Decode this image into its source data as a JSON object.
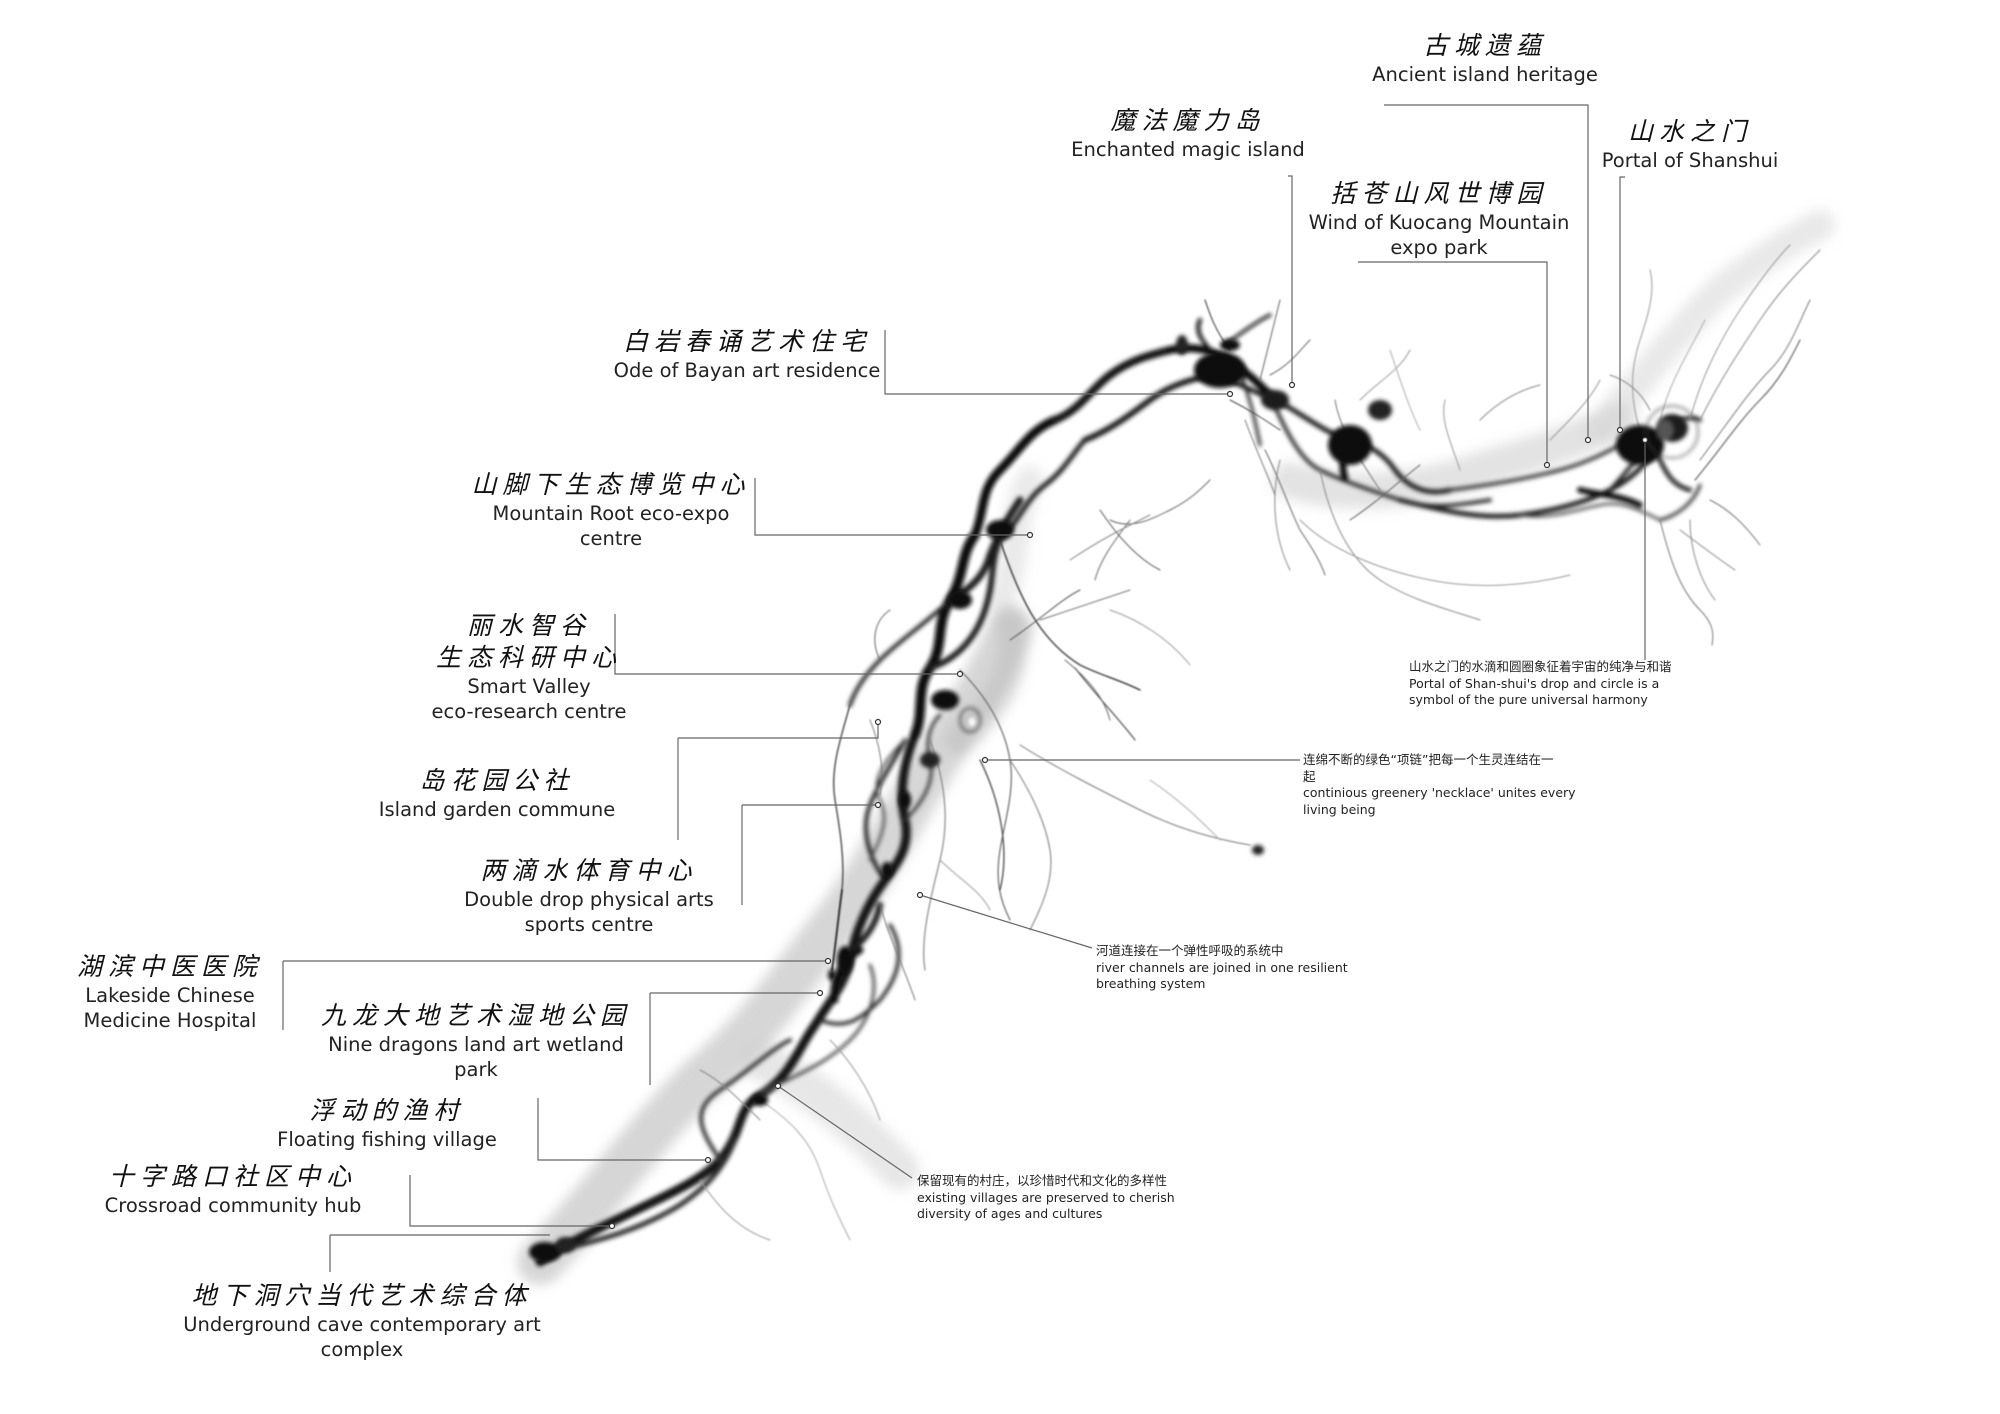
{
  "title": "",
  "labels": {
    "ancient_island": {
      "zh": "古城遗蕴",
      "en": "Ancient island heritage"
    },
    "enchanted_island": {
      "zh": "魔法魔力岛",
      "en": "Enchanted magic island"
    },
    "portal_shanshui": {
      "zh": "山水之门",
      "en": "Portal of Shanshui"
    },
    "kuocang": {
      "zh": "括苍山风世博园",
      "en_line1": "Wind of Kuocang Mountain",
      "en_line2": "expo park"
    },
    "bayan": {
      "zh": "白岩春诵艺术住宅",
      "en": "Ode of Bayan art residence"
    },
    "mountain_root": {
      "zh": "山脚下生态博览中心",
      "en_line1": "Mountain Root eco-expo",
      "en_line2": "centre"
    },
    "smart_valley": {
      "zh_line1": "丽水智谷",
      "zh_line2": "生态科研中心",
      "en_line1": "Smart Valley",
      "en_line2": "eco-research centre"
    },
    "island_garden": {
      "zh": "岛花园公社",
      "en": "Island garden commune"
    },
    "double_drop": {
      "zh": "两滴水体育中心",
      "en_line1": "Double drop physical arts",
      "en_line2": "sports centre"
    },
    "lakeside": {
      "zh": "湖滨中医医院",
      "en_line1": "Lakeside Chinese",
      "en_line2": "Medicine Hospital"
    },
    "nine_dragons": {
      "zh": "九龙大地艺术湿地公园",
      "en_line1": "Nine dragons land art wetland",
      "en_line2": "park"
    },
    "floating_village": {
      "zh": "浮动的渔村",
      "en": "Floating fishing village"
    },
    "crossroad": {
      "zh": "十字路口社区中心",
      "en": "Crossroad community hub"
    },
    "cave": {
      "zh": "地下洞穴当代艺术综合体",
      "en_line1": "Underground cave contemporary art",
      "en_line2": "complex"
    }
  },
  "notes": {
    "portal_note": {
      "zh": "山水之门的水滴和圆圈象征着宇宙的纯净与和谐",
      "en_line1": "Portal of Shan-shui's drop and circle is a",
      "en_line2": "symbol of the pure universal harmony"
    },
    "necklace_note": {
      "zh_line1": "连绵不断的绿色“项链”把每一个生灵连结在一",
      "zh_line2": "起",
      "en_line1": "continious greenery 'necklace' unites every",
      "en_line2": "living being"
    },
    "river_note": {
      "zh": "河道连接在一个弹性呼吸的系统中",
      "en_line1": "river channels are joined in one resilient",
      "en_line2": "breathing system"
    },
    "villages_note": {
      "zh": "保留现有的村庄，以珍惜时代和文化的多样性",
      "en_line1": "existing villages are preserved to cherish",
      "en_line2": "diversity of ages and cultures"
    }
  },
  "colors": {
    "ink": "#111111",
    "ink_mid": "#555555",
    "ink_light": "#9a9a9a",
    "leader_line": "#555555",
    "background": "#ffffff"
  }
}
